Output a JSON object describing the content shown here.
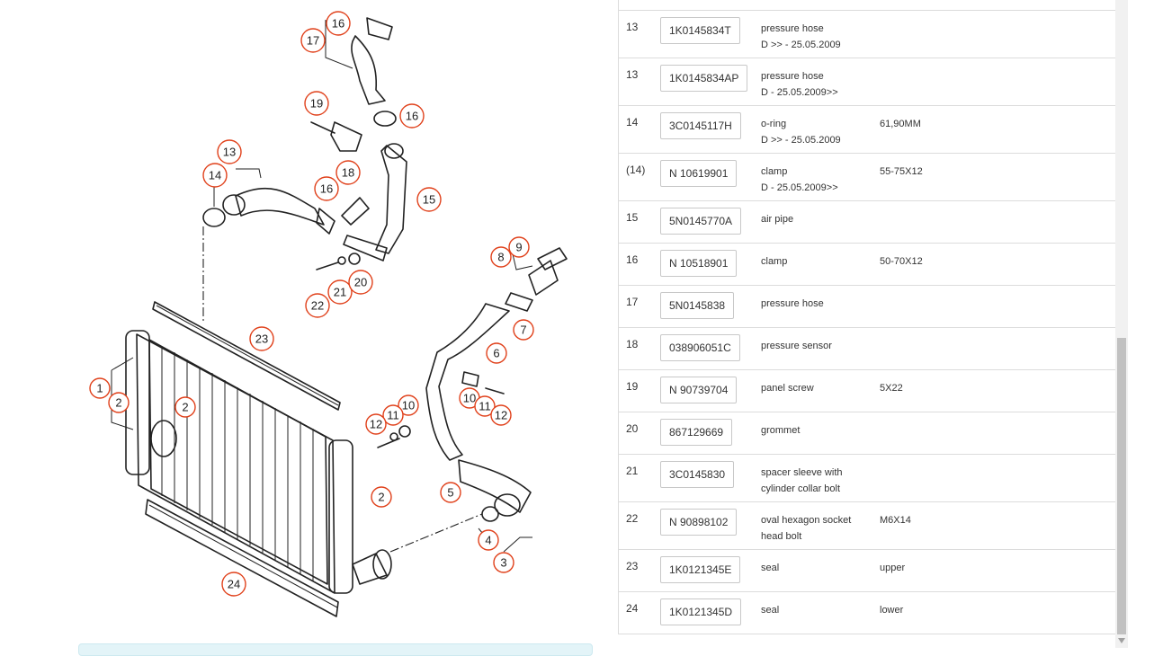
{
  "diagram": {
    "callouts": [
      "16",
      "17",
      "16",
      "19",
      "18",
      "13",
      "14",
      "16",
      "15",
      "22",
      "21",
      "20",
      "9",
      "8",
      "7",
      "23",
      "6",
      "1",
      "2",
      "2",
      "10",
      "11",
      "12",
      "10",
      "11",
      "12",
      "5",
      "2",
      "4",
      "3",
      "24"
    ]
  },
  "parts": [
    {
      "pos": "13",
      "number": "1K0145834T",
      "desc": "pressure hose\nD >> - 25.05.2009",
      "note": ""
    },
    {
      "pos": "13",
      "number": "1K0145834AP",
      "desc": "pressure hose\nD - 25.05.2009>>",
      "note": ""
    },
    {
      "pos": "14",
      "number": "3C0145117H",
      "desc": "o-ring\nD >> - 25.05.2009",
      "note": "61,90MM"
    },
    {
      "pos": "(14)",
      "number": "N 10619901",
      "desc": "clamp\nD - 25.05.2009>>",
      "note": "55-75X12"
    },
    {
      "pos": "15",
      "number": "5N0145770A",
      "desc": "air pipe",
      "note": ""
    },
    {
      "pos": "16",
      "number": "N 10518901",
      "desc": "clamp",
      "note": "50-70X12"
    },
    {
      "pos": "17",
      "number": "5N0145838",
      "desc": "pressure hose",
      "note": ""
    },
    {
      "pos": "18",
      "number": "038906051C",
      "desc": "pressure sensor",
      "note": ""
    },
    {
      "pos": "19",
      "number": "N 90739704",
      "desc": "panel screw",
      "note": "5X22"
    },
    {
      "pos": "20",
      "number": "867129669",
      "desc": "grommet",
      "note": ""
    },
    {
      "pos": "21",
      "number": "3C0145830",
      "desc": "spacer sleeve with\ncylinder collar bolt",
      "note": ""
    },
    {
      "pos": "22",
      "number": "N 90898102",
      "desc": "oval hexagon socket\nhead bolt",
      "note": "M6X14"
    },
    {
      "pos": "23",
      "number": "1K0121345E",
      "desc": "seal",
      "note": "upper"
    },
    {
      "pos": "24",
      "number": "1K0121345D",
      "desc": "seal",
      "note": "lower"
    }
  ]
}
